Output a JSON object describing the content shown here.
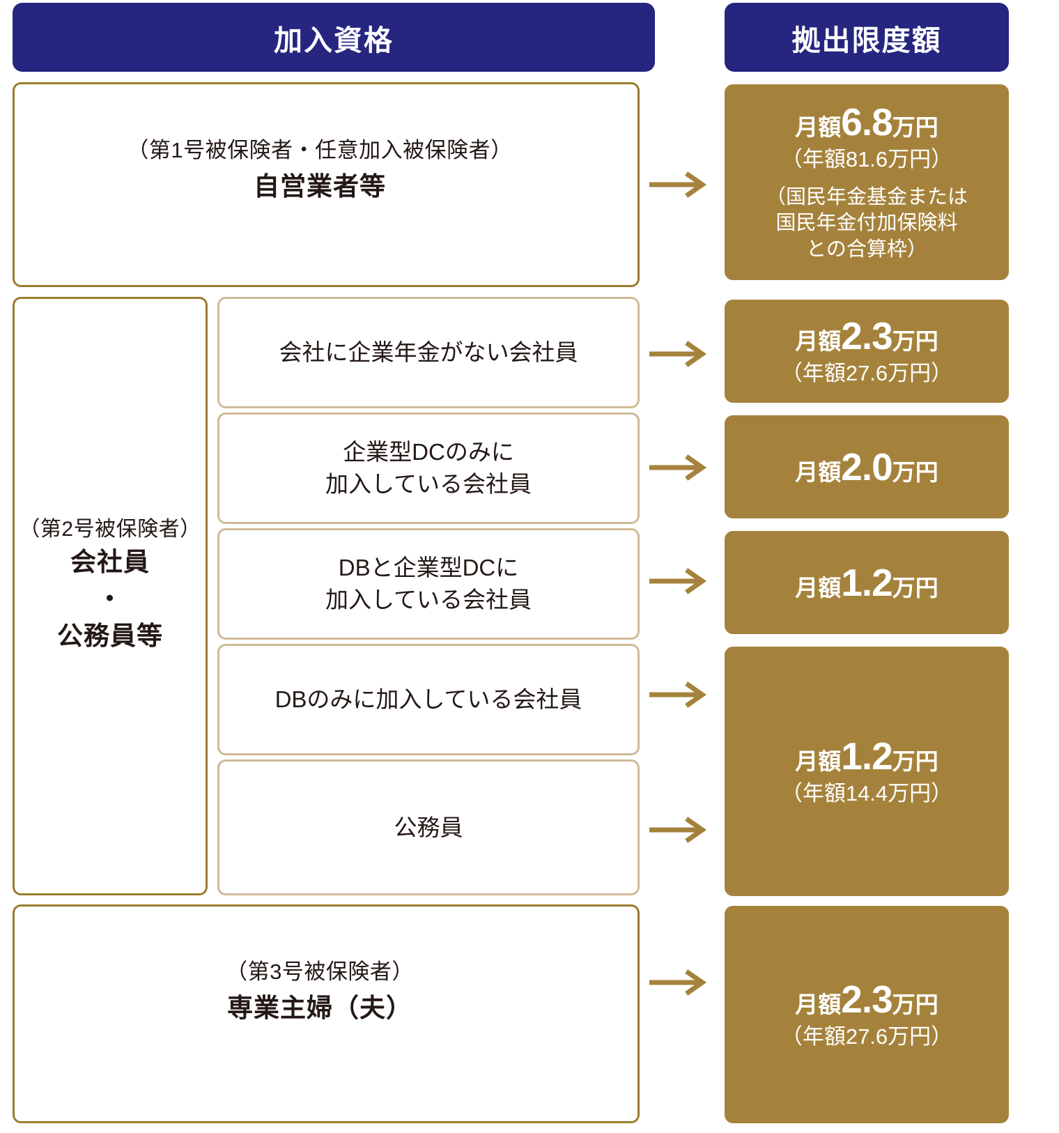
{
  "headers": {
    "eligibility": "加入資格",
    "limit": "拠出限度額"
  },
  "rows": {
    "row1": {
      "category_note": "（第1号被保険者・任意加入被保険者）",
      "category_name": "自営業者等",
      "limit": {
        "monthly_label": "月額",
        "monthly_value": "6.8",
        "monthly_unit": "万円",
        "annual": "（年額81.6万円）",
        "note_line1": "（国民年金基金または",
        "note_line2": "国民年金付加保険料",
        "note_line3": "との合算枠）"
      }
    },
    "group2": {
      "category_note": "（第2号被保険者）",
      "category_name_line1": "会社員",
      "category_name_line2": "・",
      "category_name_line3": "公務員等",
      "sub_rows": [
        {
          "label_line1": "会社に企業年金がない会社員",
          "label_line2": "",
          "limit": {
            "monthly_label": "月額",
            "monthly_value": "2.3",
            "monthly_unit": "万円",
            "annual": "（年額27.6万円）"
          }
        },
        {
          "label_line1": "企業型DCのみに",
          "label_line2": "加入している会社員",
          "limit": {
            "monthly_label": "月額",
            "monthly_value": "2.0",
            "monthly_unit": "万円",
            "annual": ""
          }
        },
        {
          "label_line1": "DBと企業型DCに",
          "label_line2": "加入している会社員",
          "limit": {
            "monthly_label": "月額",
            "monthly_value": "1.2",
            "monthly_unit": "万円",
            "annual": ""
          }
        },
        {
          "label_line1": "DBのみに加入している会社員",
          "label_line2": ""
        },
        {
          "label_line1": "公務員",
          "label_line2": ""
        }
      ],
      "merged_limit": {
        "monthly_label": "月額",
        "monthly_value": "1.2",
        "monthly_unit": "万円",
        "annual": "（年額14.4万円）"
      }
    },
    "row3": {
      "category_note": "（第3号被保険者）",
      "category_name": "専業主婦（夫）",
      "limit": {
        "monthly_label": "月額",
        "monthly_value": "2.3",
        "monthly_unit": "万円",
        "annual": "（年額27.6万円）"
      }
    }
  },
  "icons": {
    "arrow": "arrow-right-icon"
  },
  "colors": {
    "header_navy": "#262580",
    "gold_fill": "#A5823C",
    "gold_border": "#9B7C2E",
    "tan_border": "#CFBA96",
    "arrow": "#A5823C",
    "text": "#231815"
  }
}
